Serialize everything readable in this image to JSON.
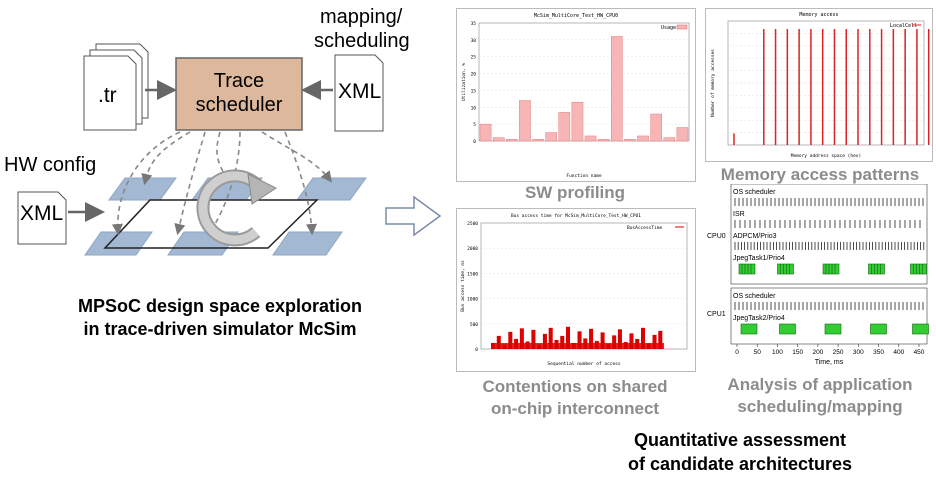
{
  "left": {
    "mapping_label_line1": "mapping/",
    "mapping_label_line2": "scheduling",
    "tr_label": ".tr",
    "trace_scheduler_line1": "Trace",
    "trace_scheduler_line2": "scheduler",
    "xml_mapping_label": "XML",
    "hw_config_label": "HW config",
    "xml_hw_label": "XML",
    "caption_line1": "MPSoC design space exploration",
    "caption_line2": "in trace-driven simulator McSim",
    "scheduler_fill": "#deb89c",
    "tile_fill": "#a3b9d3"
  },
  "right": {
    "sw_profiling": {
      "caption": "SW profiling",
      "title": "McSim_MultiCore_Test_HW_CPU0",
      "legend": "Usage",
      "xlabel": "Function name",
      "ylabel": "Utilization, %"
    },
    "memory": {
      "caption": "Memory access patterns",
      "title": "Memory access",
      "legend": "LocalCell",
      "xlabel": "Memory address space (hex)",
      "ylabel": "Number of memory accesses"
    },
    "contention": {
      "caption_line1": "Contentions on shared",
      "caption_line2": "on-chip interconnect",
      "title": "Bus access time for McSim_MultiCore_Test_HW_CPU1",
      "legend": "BusAccessTime",
      "xlabel": "Sequential number of access",
      "ylabel": "Bus access time, ns"
    },
    "scheduling": {
      "caption_line1": "Analysis of application",
      "caption_line2": "scheduling/mapping",
      "cpu0": "CPU0",
      "cpu1": "CPU1",
      "lanes_cpu0": [
        "OS scheduler",
        "ISR",
        "ADPCM/Prio3",
        "JpegTask1/Prio4"
      ],
      "lanes_cpu1": [
        "OS scheduler",
        "JpegTask2/Prio4"
      ],
      "xticks": [
        "0",
        "50",
        "100",
        "150",
        "200",
        "250",
        "300",
        "350",
        "400",
        "450"
      ],
      "xlabel": "Time, ms",
      "task_color": "#33cc33"
    },
    "bottom_line1": "Quantitative assessment",
    "bottom_line2": "of candidate architectures"
  },
  "chart_data": [
    {
      "type": "bar",
      "title": "McSim_MultiCore_Test_HW_CPU0",
      "ylabel": "Utilization, %",
      "xlabel": "Function name",
      "ylim": [
        0,
        35
      ],
      "values": [
        5,
        1,
        0.5,
        12,
        0.5,
        2.5,
        8.5,
        11.5,
        1.5,
        0.5,
        31,
        0.5,
        1.5,
        8,
        1,
        4
      ],
      "color": "#f7b5b5"
    },
    {
      "type": "bar",
      "title": "Memory access",
      "ylabel": "Number of memory accesses",
      "xlabel": "Memory address space (hex)",
      "values": [
        0.1,
        1,
        1,
        1,
        1,
        1,
        1,
        1,
        1,
        1,
        1,
        1,
        1,
        1,
        1,
        1
      ],
      "color": "#dd2222"
    },
    {
      "type": "bar",
      "title": "Bus access time for McSim_MultiCore_Test_HW_CPU1",
      "ylabel": "Bus access time, ns",
      "xlabel": "Sequential number of access",
      "ylim": [
        0,
        2500
      ],
      "values": [
        120,
        260,
        90,
        340,
        200,
        410,
        150,
        380,
        90,
        300,
        420,
        180,
        260,
        440,
        120,
        350,
        210,
        400,
        160,
        330,
        100,
        270,
        390,
        140,
        310,
        200,
        420,
        110,
        280,
        360
      ],
      "color": "#dd0000"
    }
  ]
}
